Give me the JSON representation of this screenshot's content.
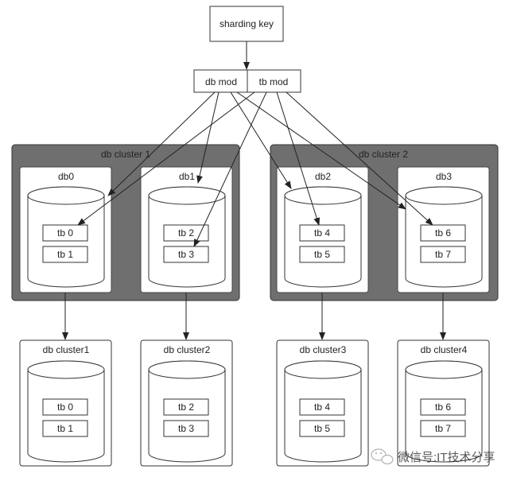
{
  "sharding_key": "sharding key",
  "mods": {
    "db": "db mod",
    "tb": "tb mod"
  },
  "clusters": [
    {
      "label": "db cluster 1",
      "dbs": [
        {
          "label": "db0",
          "tables": [
            "tb 0",
            "tb 1"
          ]
        },
        {
          "label": "db1",
          "tables": [
            "tb 2",
            "tb 3"
          ]
        }
      ]
    },
    {
      "label": "db cluster 2",
      "dbs": [
        {
          "label": "db2",
          "tables": [
            "tb 4",
            "tb 5"
          ]
        },
        {
          "label": "db3",
          "tables": [
            "tb 6",
            "tb 7"
          ]
        }
      ]
    }
  ],
  "replicas": [
    {
      "label": "db cluster1",
      "tables": [
        "tb 0",
        "tb 1"
      ]
    },
    {
      "label": "db cluster2",
      "tables": [
        "tb 2",
        "tb 3"
      ]
    },
    {
      "label": "db cluster3",
      "tables": [
        "tb 4",
        "tb 5"
      ]
    },
    {
      "label": "db cluster4",
      "tables": [
        "tb 6",
        "tb 7"
      ]
    }
  ],
  "watermark": "微信号:IT技术分享",
  "colors": {
    "cluster_bg": "#6f6f6f",
    "line": "#222222",
    "box": "#ffffff"
  }
}
